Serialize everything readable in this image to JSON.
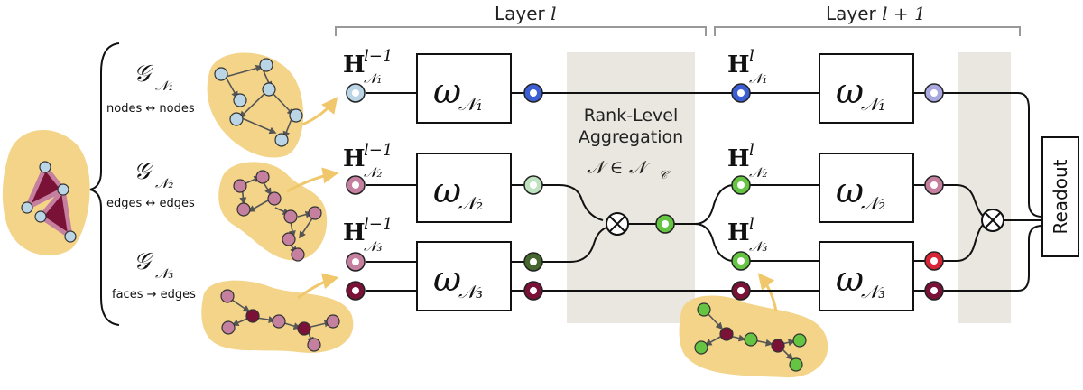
{
  "labels": {
    "layer_l": "Layer",
    "layer_l_var": "l",
    "layer_l1": "Layer",
    "layer_l1_var": "l + 1",
    "rank_level_1": "Rank-Level",
    "rank_level_2": "Aggregation",
    "rank_level_math": "𝒩 ∈ 𝒩",
    "rank_level_math_sub": "𝒞",
    "readout": "Readout",
    "omega": "ω",
    "omega_sub_n1": "𝒩₁",
    "omega_sub_n2": "𝒩₂",
    "omega_sub_n3": "𝒩₃",
    "H": "H",
    "h_l1_sup": "l−1",
    "h_l_sup": "l",
    "h_sub_n1": "𝒩₁",
    "h_sub_n2": "𝒩₂",
    "h_sub_n3": "𝒩₃",
    "graph_letter": "𝒢",
    "g1_sub": "𝒩₁",
    "g2_sub": "𝒩₂",
    "g3_sub": "𝒩₃",
    "g1_desc_a": "nodes",
    "g1_desc_b": "nodes",
    "g2_desc_a": "edges",
    "g2_desc_b": "edges",
    "g3_desc_a": "faces",
    "g3_desc_b": "edges",
    "bidir_arrow": "↔",
    "right_arrow": "→",
    "otimes": "⊗"
  },
  "colors": {
    "blob": "#f3d489",
    "band": "#e9e7df",
    "node_light_blue": "#b9d5e6",
    "node_blue": "#3d5fd6",
    "node_lavender": "#a9a8e0",
    "node_pink": "#c5809f",
    "node_light_green": "#bfe3c0",
    "node_green": "#65c542",
    "node_dark_green": "#46682e",
    "node_maroon": "#7a1136",
    "node_red": "#d92438",
    "triangle_fill": "#7a1136",
    "triangle_edge": "#c5809f"
  }
}
